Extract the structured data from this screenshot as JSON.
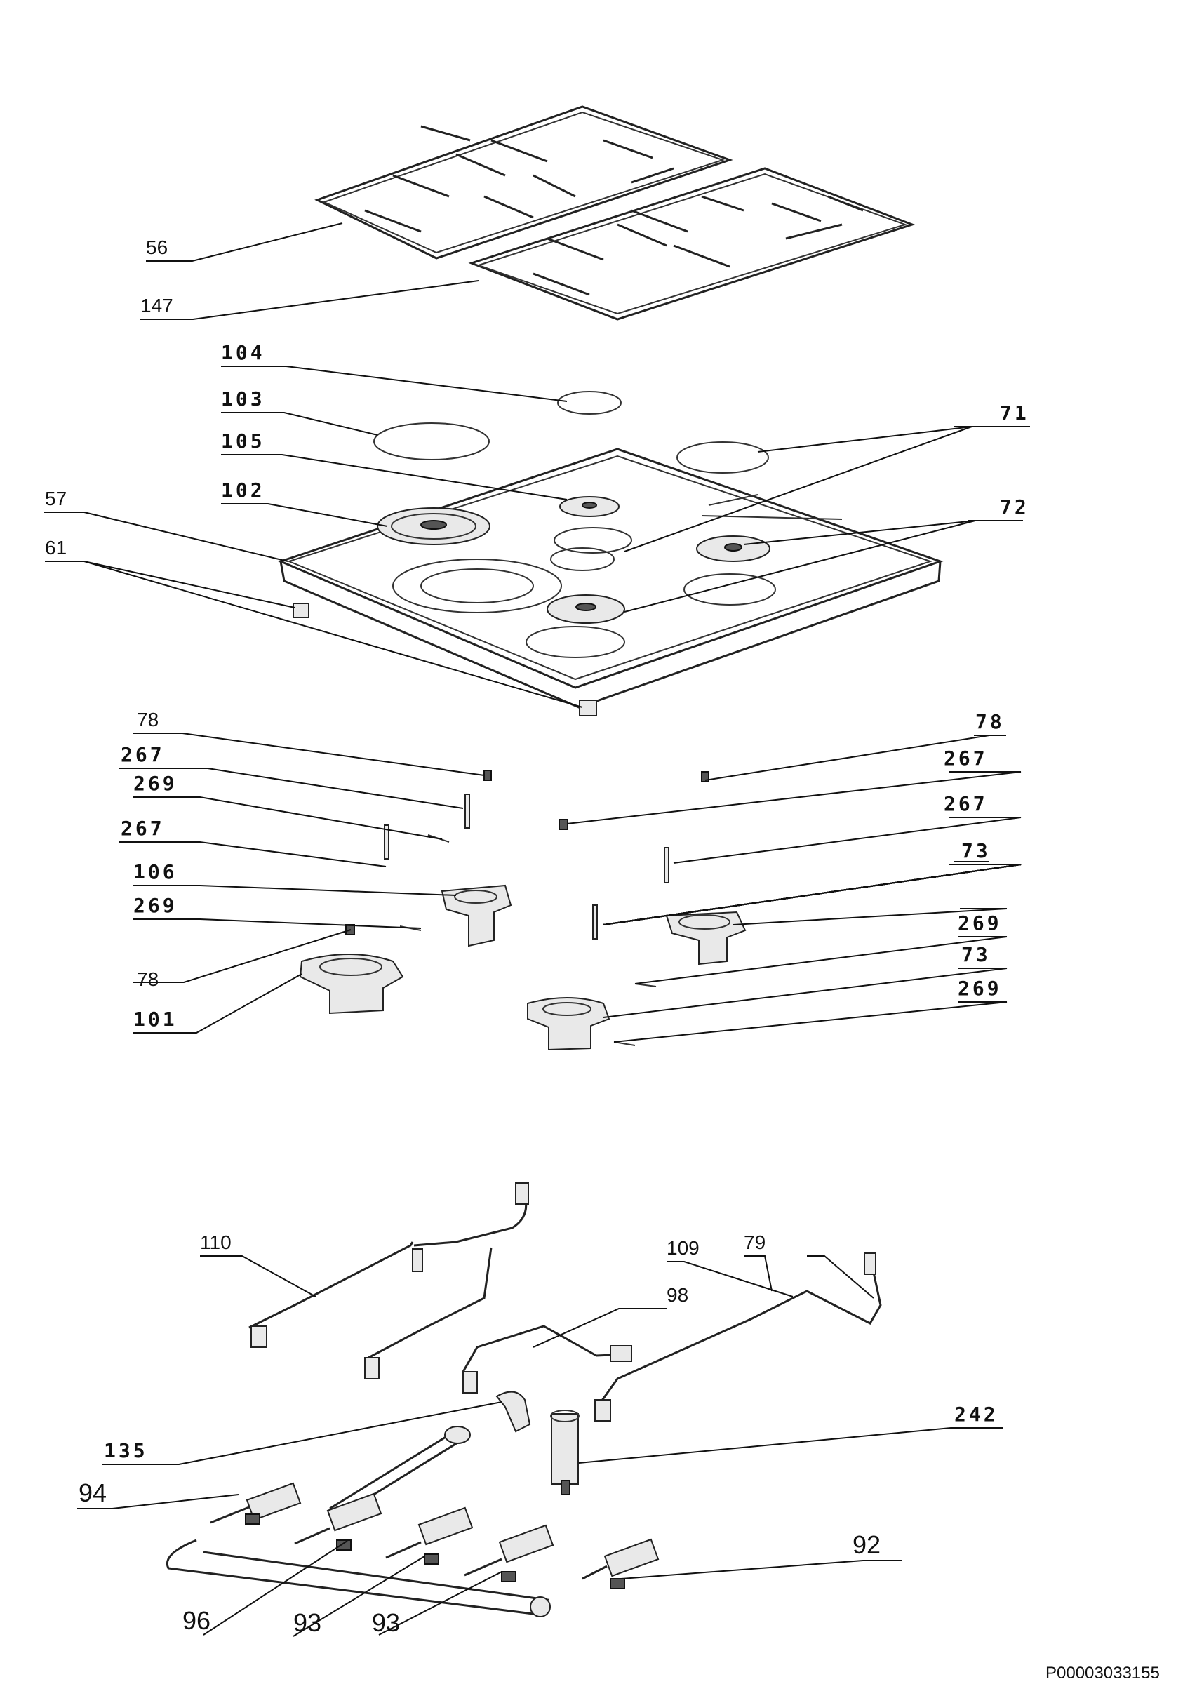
{
  "labels": {
    "p56": "56",
    "p147": "147",
    "p104": "104",
    "p103": "103",
    "p105": "105",
    "p102": "102",
    "p57": "57",
    "p61": "61",
    "p71": "71",
    "p72": "72",
    "p78a": "78",
    "p267a": "267",
    "p269a": "269",
    "p267b": "267",
    "p106": "106",
    "p269b": "269",
    "p78b": "78",
    "p101": "101",
    "p78c": "78",
    "p267c": "267",
    "p267d": "267",
    "p73a": "73",
    "p269c": "269",
    "p73b": "73",
    "p269d": "269",
    "p110": "110",
    "p79": "79",
    "p109": "109",
    "p98": "98",
    "p135": "135",
    "p242": "242",
    "p94": "94",
    "p92": "92",
    "p96": "96",
    "p93a": "93",
    "p93b": "93"
  },
  "document_id": "P00003033155"
}
